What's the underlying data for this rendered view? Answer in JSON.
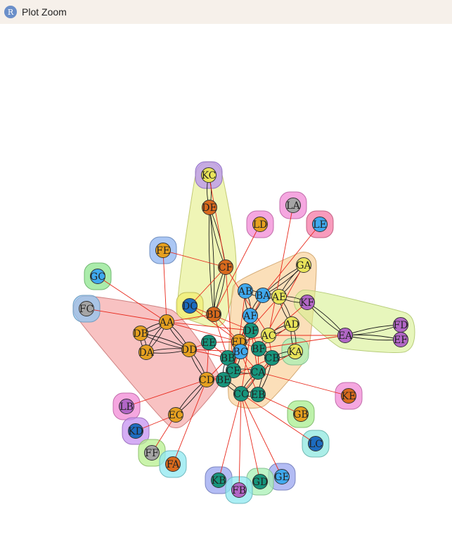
{
  "window": {
    "title": "Plot Zoom",
    "app_icon_letter": "R"
  },
  "graph": {
    "groups": [
      {
        "members": [
          "KC",
          "DE",
          "CF",
          "BD",
          "DC"
        ],
        "color": "#e5ee86"
      },
      {
        "members": [
          "DB",
          "DA",
          "AA",
          "DD",
          "CD",
          "EC",
          "FC"
        ],
        "color": "#f39a9a"
      },
      {
        "members": [
          "AB",
          "BA",
          "AE",
          "GA",
          "AD",
          "KA",
          "CB",
          "EB",
          "CC"
        ],
        "color": "#f9c98b"
      },
      {
        "members": [
          "KF",
          "EA",
          "FD",
          "EF"
        ],
        "color": "#d7f08f"
      }
    ],
    "nodes": [
      {
        "id": "KC",
        "fill": "#e9e45a",
        "halo": "#b891f0"
      },
      {
        "id": "DE",
        "fill": "#d86a1d",
        "halo": null
      },
      {
        "id": "LA",
        "fill": "#a5a5a5",
        "halo": "#f28ad6"
      },
      {
        "id": "LD",
        "fill": "#e6a020",
        "halo": "#f28ad6"
      },
      {
        "id": "LE",
        "fill": "#3fa9ee",
        "halo": "#f57aa6"
      },
      {
        "id": "FE",
        "fill": "#e6a020",
        "halo": "#8fb4f0"
      },
      {
        "id": "CF",
        "fill": "#d86a1d",
        "halo": null
      },
      {
        "id": "GA",
        "fill": "#e9e45a",
        "halo": null
      },
      {
        "id": "GC",
        "fill": "#3fa9ee",
        "halo": "#8fe58f"
      },
      {
        "id": "AB",
        "fill": "#3fa9ee",
        "halo": null
      },
      {
        "id": "BA",
        "fill": "#3fa9ee",
        "halo": null
      },
      {
        "id": "AE",
        "fill": "#e9e45a",
        "halo": null
      },
      {
        "id": "KF",
        "fill": "#b267c6",
        "halo": null
      },
      {
        "id": "FC",
        "fill": "#a5a5a5",
        "halo": "#8fc4f0"
      },
      {
        "id": "DC",
        "fill": "#1d6cc0",
        "halo": "#f2ee72"
      },
      {
        "id": "BD",
        "fill": "#d86a1d",
        "halo": null
      },
      {
        "id": "AF",
        "fill": "#3fa9ee",
        "halo": null
      },
      {
        "id": "AD",
        "fill": "#e9e45a",
        "halo": null
      },
      {
        "id": "FD",
        "fill": "#b267c6",
        "halo": null
      },
      {
        "id": "AA",
        "fill": "#e6a020",
        "halo": null
      },
      {
        "id": "DF",
        "fill": "#17957c",
        "halo": null
      },
      {
        "id": "AC",
        "fill": "#e9e45a",
        "halo": null
      },
      {
        "id": "EA",
        "fill": "#b267c6",
        "halo": null
      },
      {
        "id": "EF",
        "fill": "#b267c6",
        "halo": null
      },
      {
        "id": "DB",
        "fill": "#e6a020",
        "halo": null
      },
      {
        "id": "ED",
        "fill": "#e6a020",
        "halo": null
      },
      {
        "id": "EE",
        "fill": "#17957c",
        "halo": null
      },
      {
        "id": "DD",
        "fill": "#e6a020",
        "halo": null
      },
      {
        "id": "BC",
        "fill": "#3fa9ee",
        "halo": null
      },
      {
        "id": "BF",
        "fill": "#17957c",
        "halo": null
      },
      {
        "id": "KA",
        "fill": "#e9e45a",
        "halo": "#a8f0b4"
      },
      {
        "id": "DA",
        "fill": "#e6a020",
        "halo": null
      },
      {
        "id": "BB",
        "fill": "#17957c",
        "halo": null
      },
      {
        "id": "CB",
        "fill": "#17957c",
        "halo": null
      },
      {
        "id": "CE",
        "fill": "#17957c",
        "halo": null
      },
      {
        "id": "CA",
        "fill": "#17957c",
        "halo": null
      },
      {
        "id": "CD",
        "fill": "#e6a020",
        "halo": null
      },
      {
        "id": "BE",
        "fill": "#17957c",
        "halo": null
      },
      {
        "id": "KE",
        "fill": "#d86a1d",
        "halo": "#f28ad6"
      },
      {
        "id": "CC",
        "fill": "#17957c",
        "halo": null
      },
      {
        "id": "EB",
        "fill": "#17957c",
        "halo": null
      },
      {
        "id": "LB",
        "fill": "#b267c6",
        "halo": "#f28ad6"
      },
      {
        "id": "EC",
        "fill": "#e6a020",
        "halo": null
      },
      {
        "id": "GB",
        "fill": "#e6a020",
        "halo": "#a8ee8f"
      },
      {
        "id": "KD",
        "fill": "#1d6cc0",
        "halo": "#c591f0"
      },
      {
        "id": "LC",
        "fill": "#1d6cc0",
        "halo": "#8fe8e0"
      },
      {
        "id": "FF",
        "fill": "#a5a5a5",
        "halo": "#b8f08f"
      },
      {
        "id": "FA",
        "fill": "#d86a1d",
        "halo": "#8fe8f0"
      },
      {
        "id": "KB",
        "fill": "#17957c",
        "halo": "#9aa6f0"
      },
      {
        "id": "GE",
        "fill": "#3fa9ee",
        "halo": "#9aa6f0"
      },
      {
        "id": "GD",
        "fill": "#17957c",
        "halo": "#a8f0b4"
      },
      {
        "id": "FB",
        "fill": "#b267c6",
        "halo": "#8fe8f0"
      }
    ],
    "edges": [
      [
        "KC",
        "DE",
        "black"
      ],
      [
        "DE",
        "CF",
        "black"
      ],
      [
        "KC",
        "CF",
        "red"
      ],
      [
        "CF",
        "BD",
        "black"
      ],
      [
        "DE",
        "BD",
        "black"
      ],
      [
        "CF",
        "DC",
        "red"
      ],
      [
        "FE",
        "CF",
        "red"
      ],
      [
        "GC",
        "AA",
        "red"
      ],
      [
        "FC",
        "AA",
        "red"
      ],
      [
        "FE",
        "AA",
        "red"
      ],
      [
        "AA",
        "DB",
        "black"
      ],
      [
        "AA",
        "DA",
        "black"
      ],
      [
        "DB",
        "DD",
        "black"
      ],
      [
        "DA",
        "DD",
        "black"
      ],
      [
        "DB",
        "DA",
        "black"
      ],
      [
        "AA",
        "DD",
        "black"
      ],
      [
        "DD",
        "CD",
        "black"
      ],
      [
        "CD",
        "EC",
        "black"
      ],
      [
        "LB",
        "CD",
        "red"
      ],
      [
        "KD",
        "EC",
        "red"
      ],
      [
        "FF",
        "EC",
        "red"
      ],
      [
        "FA",
        "CD",
        "red"
      ],
      [
        "AA",
        "BD",
        "red"
      ],
      [
        "AA",
        "DF",
        "red"
      ],
      [
        "DD",
        "BC",
        "red"
      ],
      [
        "DD",
        "BB",
        "red"
      ],
      [
        "CD",
        "BB",
        "red"
      ],
      [
        "CD",
        "CE",
        "red"
      ],
      [
        "CD",
        "BE",
        "red"
      ],
      [
        "CD",
        "CA",
        "red"
      ],
      [
        "AB",
        "BA",
        "black"
      ],
      [
        "BA",
        "AE",
        "black"
      ],
      [
        "AE",
        "GA",
        "black"
      ],
      [
        "GA",
        "BA",
        "black"
      ],
      [
        "AE",
        "KF",
        "black"
      ],
      [
        "AE",
        "AD",
        "black"
      ],
      [
        "AD",
        "AC",
        "black"
      ],
      [
        "AD",
        "KA",
        "black"
      ],
      [
        "KA",
        "CB",
        "black"
      ],
      [
        "CB",
        "EB",
        "black"
      ],
      [
        "AB",
        "AF",
        "black"
      ],
      [
        "AF",
        "DF",
        "black"
      ],
      [
        "BA",
        "AF",
        "black"
      ],
      [
        "KF",
        "EA",
        "black"
      ],
      [
        "EA",
        "FD",
        "black"
      ],
      [
        "EA",
        "EF",
        "black"
      ],
      [
        "FD",
        "EF",
        "black"
      ],
      [
        "AC",
        "EA",
        "red"
      ],
      [
        "KE",
        "CA",
        "red"
      ],
      [
        "GB",
        "EB",
        "red"
      ],
      [
        "LC",
        "CC",
        "red"
      ],
      [
        "KB",
        "CC",
        "red"
      ],
      [
        "GE",
        "CC",
        "red"
      ],
      [
        "GD",
        "CC",
        "red"
      ],
      [
        "FB",
        "CC",
        "red"
      ],
      [
        "LA",
        "AC",
        "red"
      ],
      [
        "LD",
        "BD",
        "red"
      ],
      [
        "LE",
        "BA",
        "red"
      ],
      [
        "DF",
        "BC",
        "black"
      ],
      [
        "BC",
        "CE",
        "black"
      ],
      [
        "CE",
        "CA",
        "black"
      ],
      [
        "CA",
        "CC",
        "black"
      ],
      [
        "CC",
        "EB",
        "black"
      ],
      [
        "BF",
        "CB",
        "black"
      ],
      [
        "ED",
        "BF",
        "red"
      ],
      [
        "ED",
        "AC",
        "red"
      ],
      [
        "EE",
        "ED",
        "red"
      ],
      [
        "EE",
        "BB",
        "red"
      ],
      [
        "BB",
        "BE",
        "black"
      ],
      [
        "BE",
        "CC",
        "black"
      ],
      [
        "DF",
        "BF",
        "red"
      ],
      [
        "CF",
        "AC",
        "red"
      ],
      [
        "BD",
        "ED",
        "red"
      ],
      [
        "DC",
        "ED",
        "red"
      ],
      [
        "AF",
        "ED",
        "red"
      ],
      [
        "AB",
        "ED",
        "red"
      ],
      [
        "DF",
        "CA",
        "red"
      ],
      [
        "BC",
        "CA",
        "red"
      ],
      [
        "BF",
        "CA",
        "red"
      ],
      [
        "AC",
        "CB",
        "red"
      ],
      [
        "AD",
        "BF",
        "red"
      ],
      [
        "EE",
        "CD",
        "red"
      ],
      [
        "ED",
        "CE",
        "red"
      ],
      [
        "BC",
        "EB",
        "red"
      ],
      [
        "DF",
        "CC",
        "red"
      ],
      [
        "ED",
        "BE",
        "red"
      ],
      [
        "AE",
        "ED",
        "red"
      ],
      [
        "BA",
        "ED",
        "red"
      ],
      [
        "GA",
        "BF",
        "red"
      ],
      [
        "KF",
        "AC",
        "red"
      ],
      [
        "AA",
        "ED",
        "red"
      ],
      [
        "DD",
        "EE",
        "red"
      ],
      [
        "BD",
        "BB",
        "red"
      ],
      [
        "AF",
        "CE",
        "red"
      ],
      [
        "KA",
        "CA",
        "red"
      ],
      [
        "DC",
        "DF",
        "red"
      ],
      [
        "CF",
        "CE",
        "red"
      ],
      [
        "EA",
        "BF",
        "red"
      ],
      [
        "CB",
        "BE",
        "red"
      ],
      [
        "CB",
        "CC",
        "red"
      ]
    ]
  }
}
